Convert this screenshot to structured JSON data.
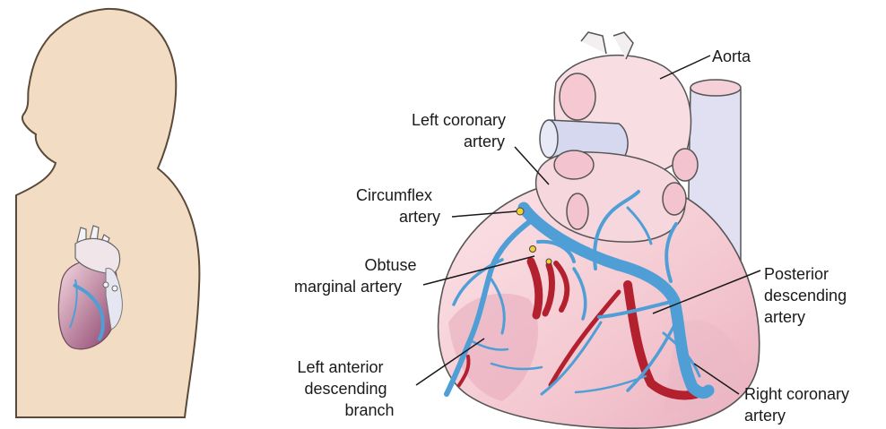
{
  "labels": {
    "aorta": "Aorta",
    "left_coronary": [
      "Left coronary",
      "artery"
    ],
    "circumflex": [
      "Circumflex",
      "artery"
    ],
    "obtuse_marginal": [
      "Obtuse",
      "marginal artery"
    ],
    "lad": [
      "Left anterior",
      "descending",
      "branch"
    ],
    "posterior_descending": [
      "Posterior",
      "descending",
      "artery"
    ],
    "right_coronary": [
      "Right coronary",
      "artery"
    ]
  },
  "colors": {
    "silhouette_fill": "#f3dcc4",
    "silhouette_stroke": "#5a4a3a",
    "heart_pink": "#f6cfd6",
    "heart_shadow": "#b86a88",
    "vessel_blue": "#4f9fd6",
    "artery_red": "#b3202e",
    "vein_lavender": "#dcdcf2",
    "leader": "#1a1a1a"
  }
}
